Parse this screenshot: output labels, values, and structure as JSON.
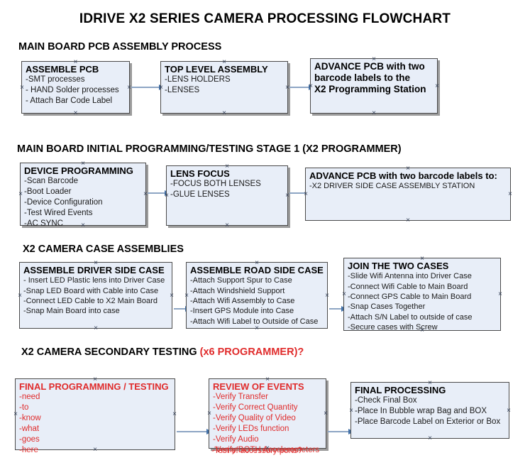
{
  "title": "IDRIVE X2  SERIES CAMERA PROCESSING FLOWCHART",
  "sections": [
    {
      "heading": "MAIN BOARD PCB ASSEMBLY PROCESS",
      "accent": ""
    },
    {
      "heading": "MAIN BOARD INITIAL PROGRAMMING/TESTING STAGE 1 (X2 PROGRAMMER)",
      "accent": ""
    },
    {
      "heading": "X2 CAMERA CASE ASSEMBLIES",
      "accent": ""
    },
    {
      "heading": "X2 CAMERA SECONDARY TESTING ",
      "accent": "(x6 PROGRAMMER)?"
    }
  ],
  "nodes": {
    "assemble_pcb": {
      "title": "ASSEMBLE PCB",
      "lines": [
        "-SMT processes",
        "- HAND Solder processes",
        "- Attach Bar Code Label"
      ]
    },
    "top_level_assembly": {
      "title": "TOP LEVEL ASSEMBLY",
      "lines": [
        "-LENS HOLDERS",
        "-LENSES"
      ]
    },
    "advance_pcb_station": {
      "title": "ADVANCE PCB with two",
      "lines": [
        "barcode labels to the",
        " X2 Programming Station"
      ]
    },
    "device_programming": {
      "title": "DEVICE PROGRAMMING",
      "lines": [
        "-Scan Barcode",
        "-Boot Loader",
        "-Device Configuration",
        "-Test Wired Events",
        "-AC SYNC"
      ]
    },
    "lens_focus": {
      "title": "LENS FOCUS",
      "lines": [
        "-FOCUS BOTH LENSES",
        "-GLUE LENSES"
      ]
    },
    "advance_pcb_driver": {
      "title": "ADVANCE PCB with two barcode labels to:",
      "lines": [
        "-X2 DRIVER  SIDE  CASE  ASSEMBLY STATION"
      ]
    },
    "driver_side_case": {
      "title": "ASSEMBLE DRIVER SIDE CASE",
      "lines": [
        "- Insert LED Plastic lens into Driver Case",
        "-Snap LED Board with Cable into Case",
        "-Connect LED Cable to X2 Main Board",
        "-Snap Main Board into case"
      ]
    },
    "road_side_case": {
      "title": "ASSEMBLE ROAD SIDE CASE",
      "lines": [
        "-Attach Support Spur to Case",
        "-Attach Windshield Support",
        "-Attach Wifi Assembly to Case",
        "-Insert GPS Module into Case",
        "-Attach Wifi Label to Outside of Case"
      ]
    },
    "join_two_cases": {
      "title": "JOIN THE TWO CASES",
      "lines": [
        "-Slide Wifi Antenna into Driver Case",
        "-Connect Wifi Cable to Main Board",
        "-Connect GPS Cable to Main Board",
        "-Snap Cases Together",
        "-Attach S/N Label to outside of case",
        "-Secure cases with Screw"
      ]
    },
    "final_programming": {
      "title": "FINAL PROGRAMMING / TESTING",
      "lines": [
        "-need",
        "-to",
        "-know",
        "-what",
        "-goes",
        "-here"
      ]
    },
    "review_of_events": {
      "title": "REVIEW OF EVENTS",
      "lines": [
        "-Verify Transfer",
        "-Verify Correct Quantity",
        "-Verify Quality of Video",
        "-Verify LEDs function",
        "-Verify Audio",
        "-Verify BOTH Accelerometers"
      ],
      "overflow_line": "-Test of accessory ports?"
    },
    "final_processing": {
      "title": "FINAL PROCESSING",
      "lines": [
        " -Check Final Box",
        "-Place In Bubble wrap Bag and BOX",
        "-Place Barcode Label on Exterior or Box"
      ]
    }
  },
  "colors": {
    "box_fill": "#e8eef8",
    "box_border": "#4a4a4a",
    "accent_red": "#e02b2b",
    "connector": "#8da5c4",
    "arrow_head": "#4472a8"
  }
}
